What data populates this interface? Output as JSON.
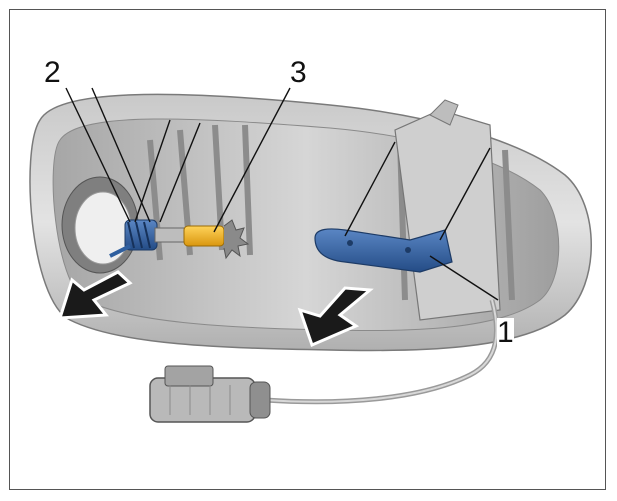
{
  "callouts": [
    {
      "id": "c2",
      "text": "2"
    },
    {
      "id": "c3",
      "text": "3"
    },
    {
      "id": "c1",
      "text": "1"
    }
  ],
  "colors": {
    "housing": "#d9d9d9",
    "housing_dark": "#9a9a9a",
    "blue_part": "#2f5f9f",
    "orange_part": "#f0b41c",
    "arrow": "#1a1a1a"
  },
  "icons": [
    "arrow-left-down-icon",
    "arrow-left-down-icon"
  ]
}
